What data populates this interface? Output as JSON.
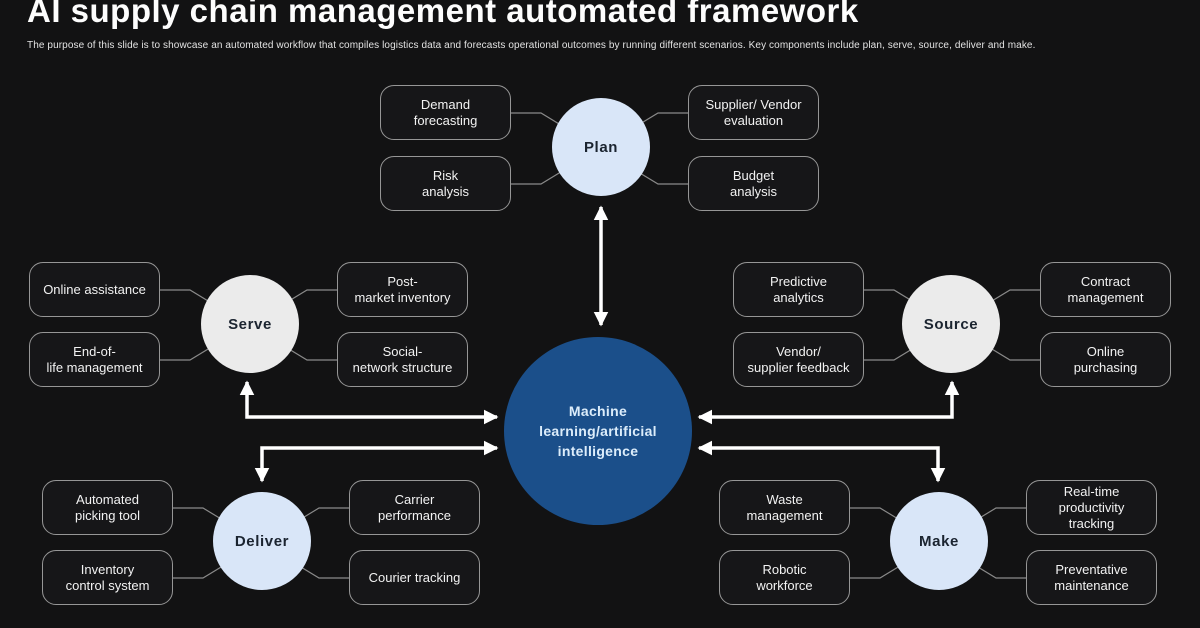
{
  "title": "AI supply chain management automated framework",
  "subtitle": "The purpose of this slide is to showcase an automated workflow that compiles logistics data and forecasts operational outcomes by running different scenarios. Key components include plan, serve, source, deliver and make.",
  "colors": {
    "background": "#121213",
    "center_circle": "#1b4f8a",
    "blue_circle": "#d9e6f8",
    "gray_circle": "#ebebeb",
    "box_fill": "#161618",
    "box_border": "#969696",
    "box_text": "#f2f2f2",
    "center_text": "#dcedfb",
    "arrow": "#ffffff"
  },
  "center": {
    "label": "Machine\nlearning/artificial\nintelligence"
  },
  "clusters": {
    "plan": {
      "hub": "Plan",
      "boxes": [
        "Demand\nforecasting",
        "Risk\nanalysis",
        "Supplier/ Vendor\nevaluation",
        "Budget\nanalysis"
      ]
    },
    "serve": {
      "hub": "Serve",
      "boxes": [
        "Online assistance",
        "End-of-\nlife management",
        "Post-\nmarket inventory",
        "Social-\nnetwork structure"
      ]
    },
    "source": {
      "hub": "Source",
      "boxes": [
        "Predictive\nanalytics",
        "Vendor/\nsupplier feedback",
        "Contract\nmanagement",
        "Online\npurchasing"
      ]
    },
    "deliver": {
      "hub": "Deliver",
      "boxes": [
        "Automated\npicking tool",
        "Inventory\ncontrol system",
        "Carrier\nperformance",
        "Courier tracking"
      ]
    },
    "make": {
      "hub": "Make",
      "boxes": [
        "Waste\nmanagement",
        "Robotic\nworkforce",
        "Real-time\nproductivity\ntracking",
        "Preventative\nmaintenance"
      ]
    }
  }
}
